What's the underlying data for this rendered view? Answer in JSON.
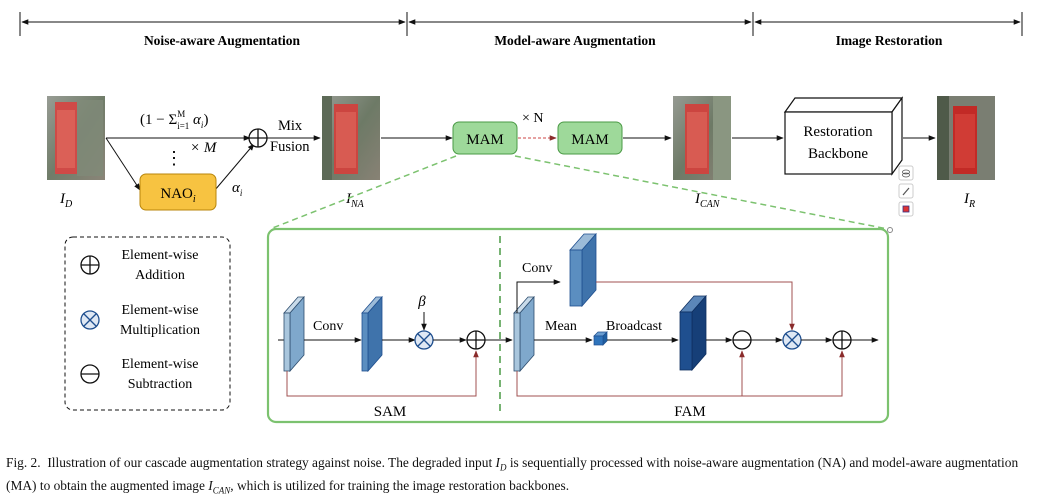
{
  "stages": {
    "noise": "Noise-aware Augmentation",
    "model": "Model-aware Augmentation",
    "restoration": "Image Restoration"
  },
  "images": {
    "input": "I",
    "input_sub": "D",
    "na": "I",
    "na_sub": "NA",
    "can": "I",
    "can_sub": "CAN",
    "restored": "I",
    "restored_sub": "R"
  },
  "na_block": {
    "weight_a": "(1 − ",
    "weight_sum": "Σ",
    "weight_sup": "M",
    "weight_sub": "i=1",
    "weight_b": " α",
    "weight_b_sub": "i",
    "weight_c": ")",
    "dots": "⋮",
    "times_m": "× M",
    "nao": "NAO",
    "nao_sub": "i",
    "alpha": "α",
    "alpha_sub": "i",
    "mix": "Mix",
    "fusion": "Fusion"
  },
  "ma_block": {
    "mam1": "MAM",
    "mam2": "MAM",
    "times_n": "× N"
  },
  "backbone": {
    "line1": "Restoration",
    "line2": "Backbone"
  },
  "legend": {
    "add_1": "Element-wise",
    "add_2": "Addition",
    "mul_1": "Element-wise",
    "mul_2": "Multiplication",
    "sub_1": "Element-wise",
    "sub_2": "Subtraction"
  },
  "detail": {
    "sam_conv": "Conv",
    "beta": "β",
    "sam_label": "SAM",
    "fam_conv": "Conv",
    "mean": "Mean",
    "broadcast": "Broadcast",
    "fam_label": "FAM"
  },
  "caption": {
    "fig": "Fig. 2.",
    "text1": "Illustration of our cascade augmentation strategy against noise. The degraded input ",
    "v1": "I",
    "v1_sub": "D",
    "text2": " is sequentially processed with noise-aware augmentation (NA) and model-aware augmentation (MA) to obtain the augmented image ",
    "v2": "I",
    "v2_sub": "CAN",
    "text3": ", which is utilized for training the image restoration backbones."
  },
  "colors": {
    "mam_fill": "#9ed99a",
    "mam_stroke": "#4a9a45",
    "nao_fill": "#f7c341",
    "nao_stroke": "#b8860b",
    "frame_green": "#7cc26f",
    "conv_light": "#a9c6dd",
    "conv_mid": "#5b8ec0",
    "conv_dark": "#1f4f8f",
    "skip_line": "#a05050"
  },
  "toolbar": {
    "icons": [
      "layers-icon",
      "pen-icon",
      "color-icon"
    ]
  }
}
